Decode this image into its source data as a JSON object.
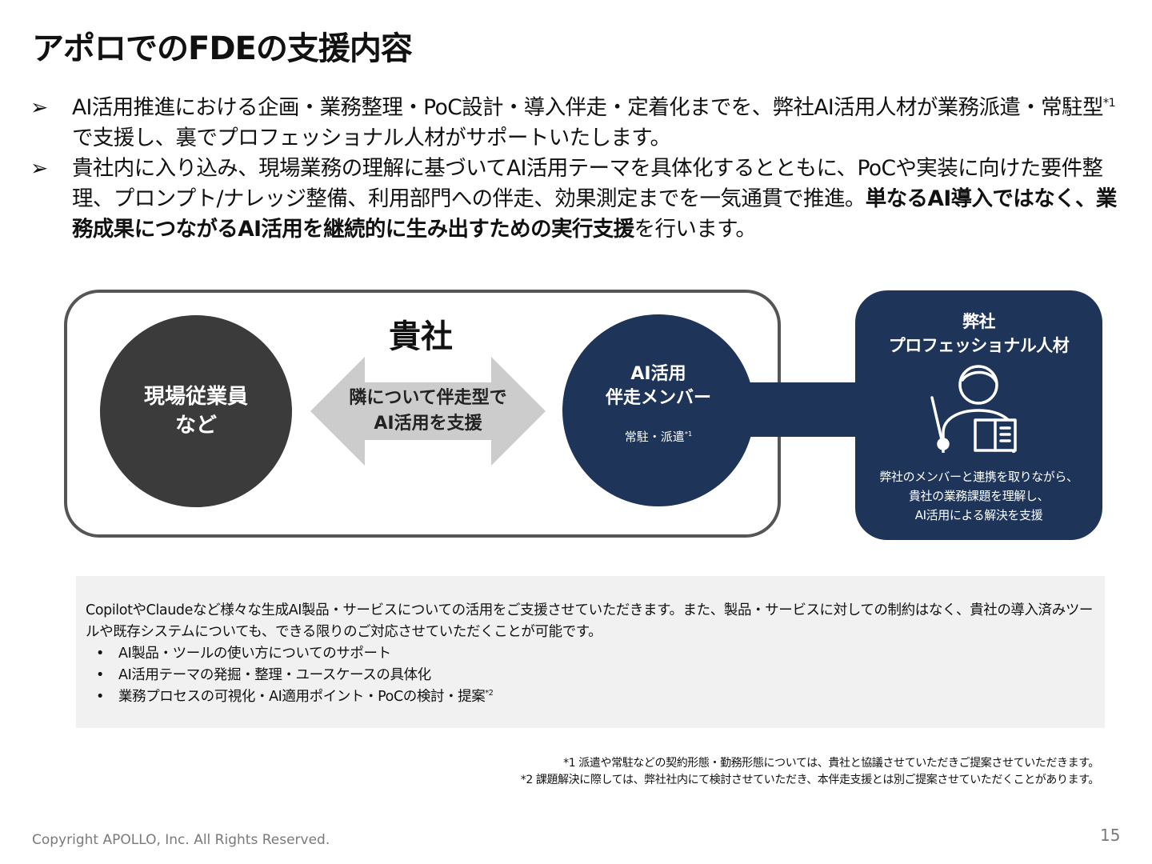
{
  "slide": {
    "title": "アポロでのFDEの支援内容",
    "bullet_marker": "➢",
    "bullet1": {
      "text_a": "AI活用推進における企画・業務整理・PoC設計・導入伴走・定着化までを、弊社AI活用人材が業務派遣・常駐型",
      "sup": "*1",
      "text_b": "で支援し、裏でプロフェッショナル人材がサポートいたします。"
    },
    "bullet2": {
      "text_a": "貴社内に入り込み、現場業務の理解に基づいてAI活用テーマを具体化するとともに、PoCや実装に向けた要件整理、プロンプト/ナレッジ整備、利用部門への伴走、効果測定までを一気通貫で推進。",
      "text_bold": "単なるAI導入ではなく、業務成果につながるAI活用を継続的に生み出すための実行支援",
      "text_end": "を行います。"
    }
  },
  "diagram": {
    "client_label": "貴社",
    "staff_line1": "現場従業員",
    "staff_line2": "など",
    "arrow_line1": "隣について伴走型で",
    "arrow_line2": "AI活用を支援",
    "member_line1": "AI活用",
    "member_line2": "伴走メンバー",
    "member_sub": "常駐・派遣",
    "member_sub_sup": "*1",
    "company_line1": "弊社",
    "company_line2": "プロフェッショナル人材",
    "company_desc1": "弊社のメンバーと連携を取りながら、",
    "company_desc2": "貴社の業務課題を理解し、",
    "company_desc3": "AI活用による解決を支援",
    "company_icon": "teacher-presenting-icon"
  },
  "info": {
    "intro": "CopilotやClaudeなど様々な生成AI製品・サービスについての活用をご支援させていただきます。また、製品・サービスに対しての制約はなく、貴社の導入済みツールや既存システムについても、できる限りのご対応させていただくことが可能です。",
    "items": [
      "AI製品・ツールの使い方についてのサポート",
      "AI活用テーマの発掘・整理・ユースケースの具体化",
      "業務プロセスの可視化・AI適用ポイント・PoCの検討・提案"
    ],
    "item3_sup": "*2"
  },
  "footnotes": {
    "note1": "*1 派遣や常駐などの契約形態・勤務形態については、貴社と協議させていただきご提案させていただきます。",
    "note2": "*2 課題解決に際しては、弊社社内にて検討させていただき、本伴走支援とは別ご提案させていただくことがあります。"
  },
  "footer": {
    "copyright": "Copyright APOLLO, Inc. All Rights Reserved.",
    "page_number": "15"
  },
  "colors": {
    "navy": "#1f3459",
    "dark_circle": "#3b3b3b",
    "arrow_gray": "#cccccc",
    "info_bg": "#f1f1f1"
  }
}
